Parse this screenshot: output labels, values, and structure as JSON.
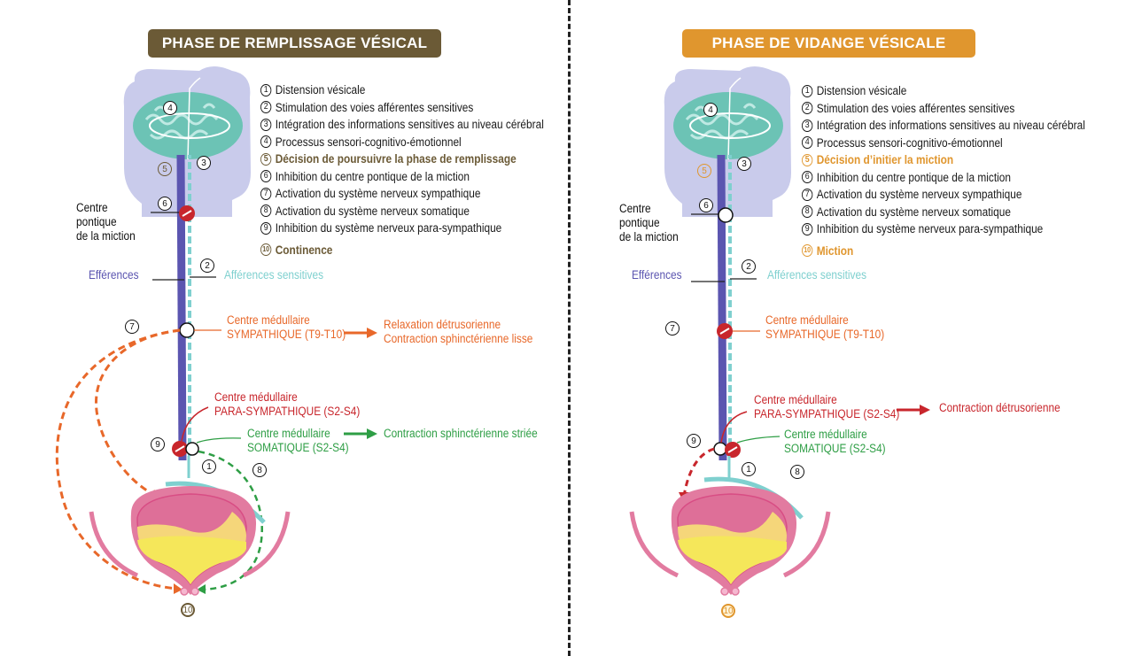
{
  "colors": {
    "filling_accent": "#6b5a36",
    "voiding_accent": "#e0962e",
    "efferent": "#5b55b0",
    "afferent": "#7fd0cf",
    "sympathetic": "#e8682a",
    "parasympathetic": "#c8262c",
    "somatic": "#2e9e45",
    "bladder_wall": "#e27ba0",
    "urine": "#f5e75a",
    "brain": "#6cc3b5",
    "head": "#c9cbeb"
  },
  "left": {
    "title": "PHASE DE REMPLISSAGE VÉSICAL",
    "legend": [
      {
        "num": "1",
        "text": "Distension vésicale"
      },
      {
        "num": "2",
        "text": "Stimulation des voies afférentes sensitives"
      },
      {
        "num": "3",
        "text": "Intégration des informations sensitives au niveau cérébral"
      },
      {
        "num": "4",
        "text": "Processus sensori-cognitivo-émotionnel"
      },
      {
        "num": "5",
        "text": "Décision de poursuivre la phase de remplissage"
      },
      {
        "num": "6",
        "text": "Inhibition du centre pontique de la miction"
      },
      {
        "num": "7",
        "text": "Activation du système nerveux sympathique"
      },
      {
        "num": "8",
        "text": "Activation du système nerveux somatique"
      },
      {
        "num": "9",
        "text": "Inhibition du système nerveux para-sympathique"
      },
      {
        "num": "10",
        "text": "Continence"
      }
    ],
    "labels": {
      "pontine_center": [
        "Centre",
        "pontique",
        "de la miction"
      ],
      "efferences": "Efférences",
      "afferences": "Afférences sensitives",
      "sympathetic_center": [
        "Centre médullaire",
        "SYMPATHIQUE (T9-T10)"
      ],
      "sympathetic_effect": [
        "Relaxation détrusorienne",
        "Contraction sphinctérienne lisse"
      ],
      "parasympathetic_center": [
        "Centre médullaire",
        "PARA-SYMPATHIQUE (S2-S4)"
      ],
      "somatic_center": [
        "Centre médullaire",
        "SOMATIQUE (S2-S4)"
      ],
      "somatic_effect": "Contraction sphinctérienne striée"
    },
    "badges": {
      "b1": "1",
      "b2": "2",
      "b3": "3",
      "b4": "4",
      "b5": "5",
      "b6": "6",
      "b7": "7",
      "b8": "8",
      "b9": "9",
      "b10": "10"
    }
  },
  "right": {
    "title": "PHASE DE VIDANGE VÉSICALE",
    "legend": [
      {
        "num": "1",
        "text": "Distension vésicale"
      },
      {
        "num": "2",
        "text": "Stimulation des voies afférentes sensitives"
      },
      {
        "num": "3",
        "text": "Intégration des informations sensitives au niveau cérébral"
      },
      {
        "num": "4",
        "text": "Processus sensori-cognitivo-émotionnel"
      },
      {
        "num": "5",
        "text": "Décision d’initier la miction"
      },
      {
        "num": "6",
        "text": "Inhibition du centre pontique de la miction"
      },
      {
        "num": "7",
        "text": "Activation du système nerveux sympathique"
      },
      {
        "num": "8",
        "text": "Activation du système nerveux somatique"
      },
      {
        "num": "9",
        "text": "Inhibition du système nerveux para-sympathique"
      },
      {
        "num": "10",
        "text": "Miction"
      }
    ],
    "labels": {
      "pontine_center": [
        "Centre",
        "pontique",
        "de la miction"
      ],
      "efferences": "Efférences",
      "afferences": "Afférences sensitives",
      "sympathetic_center": [
        "Centre médullaire",
        "SYMPATHIQUE (T9-T10)"
      ],
      "parasympathetic_center": [
        "Centre médullaire",
        "PARA-SYMPATHIQUE (S2-S4)"
      ],
      "parasympathetic_effect": "Contraction détrusorienne",
      "somatic_center": [
        "Centre médullaire",
        "SOMATIQUE (S2-S4)"
      ]
    },
    "badges": {
      "b1": "1",
      "b2": "2",
      "b3": "3",
      "b4": "4",
      "b5": "5",
      "b6": "6",
      "b7": "7",
      "b8": "8",
      "b9": "9",
      "b10": "10"
    }
  }
}
